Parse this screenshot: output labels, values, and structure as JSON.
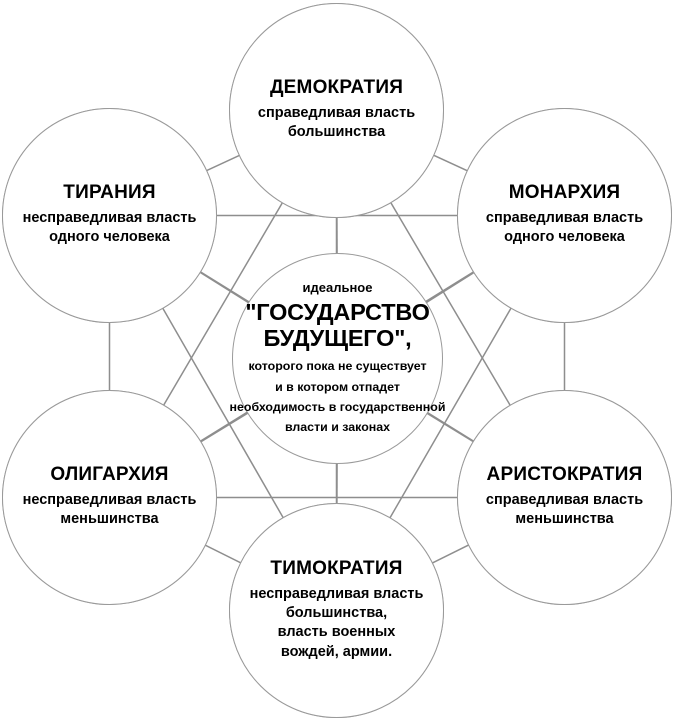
{
  "diagram": {
    "title_text": "Plato forms of government wheel",
    "line_color": "#8e8e8e",
    "circle_stroke_color": "#9a9a9a",
    "background_color": "#ffffff",
    "text_color": "#000000",
    "center": {
      "id": "ideal-state",
      "pre_label": "идеальное",
      "title_line1": "\"ГОСУДАРСТВО",
      "title_line2": "БУДУЩЕГО\",",
      "body_line1": "которого пока не существует",
      "body_line2": "и в котором отпадет",
      "body_line3": "необходимость в государственной",
      "body_line4": "власти и законах"
    },
    "nodes": [
      {
        "id": "democracy",
        "title": "ДЕМОКРАТИЯ",
        "desc_lines": [
          "справедливая власть",
          "большинства"
        ]
      },
      {
        "id": "monarchy",
        "title": "МОНАРХИЯ",
        "desc_lines": [
          "справедливая власть",
          "одного человека"
        ]
      },
      {
        "id": "aristocracy",
        "title": "АРИСТОКРАТИЯ",
        "desc_lines": [
          "справедливая власть",
          "меньшинства"
        ]
      },
      {
        "id": "timocracy",
        "title": "ТИМОКРАТИЯ",
        "desc_lines": [
          "несправедливая власть",
          "большинства,",
          "власть военных",
          "вождей, армии."
        ]
      },
      {
        "id": "oligarchy",
        "title": "ОЛИГАРХИЯ",
        "desc_lines": [
          "несправедливая власть",
          "меньшинства"
        ]
      },
      {
        "id": "tyranny",
        "title": "ТИРАНИЯ",
        "desc_lines": [
          "несправедливая власть",
          "одного человека"
        ]
      }
    ]
  }
}
